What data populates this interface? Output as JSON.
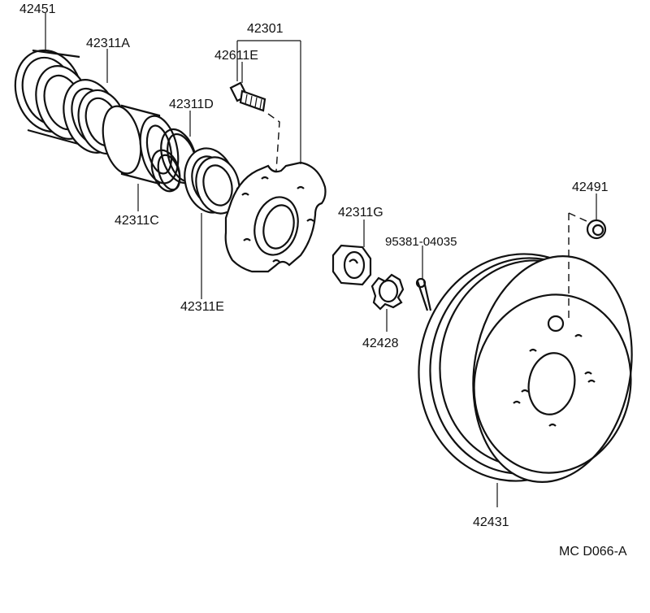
{
  "parts": {
    "p42451": "42451",
    "p42311A": "42311A",
    "p42301": "42301",
    "p42611E": "42611E",
    "p42311D": "42311D",
    "p42311C": "42311C",
    "p42311E": "42311E",
    "p42311G": "42311G",
    "p95381": "95381-04035",
    "p42428": "42428",
    "p42491": "42491",
    "p42431": "42431"
  },
  "diagram_code": "MC D066-A"
}
